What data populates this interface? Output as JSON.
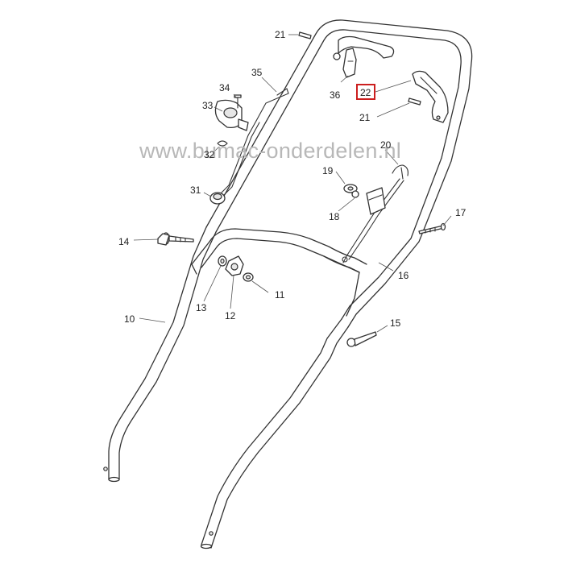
{
  "watermark": "www.bumac-onderdelen.nl",
  "highlight_color": "#cc1f1f",
  "callouts": {
    "p10": "10",
    "p11": "11",
    "p12": "12",
    "p13": "13",
    "p14": "14",
    "p15": "15",
    "p16": "16",
    "p17": "17",
    "p18": "18",
    "p19": "19",
    "p20": "20",
    "p21a": "21",
    "p21b": "21",
    "p22": "22",
    "p31": "31",
    "p32": "32",
    "p33": "33",
    "p34": "34",
    "p35": "35",
    "p36": "36"
  }
}
